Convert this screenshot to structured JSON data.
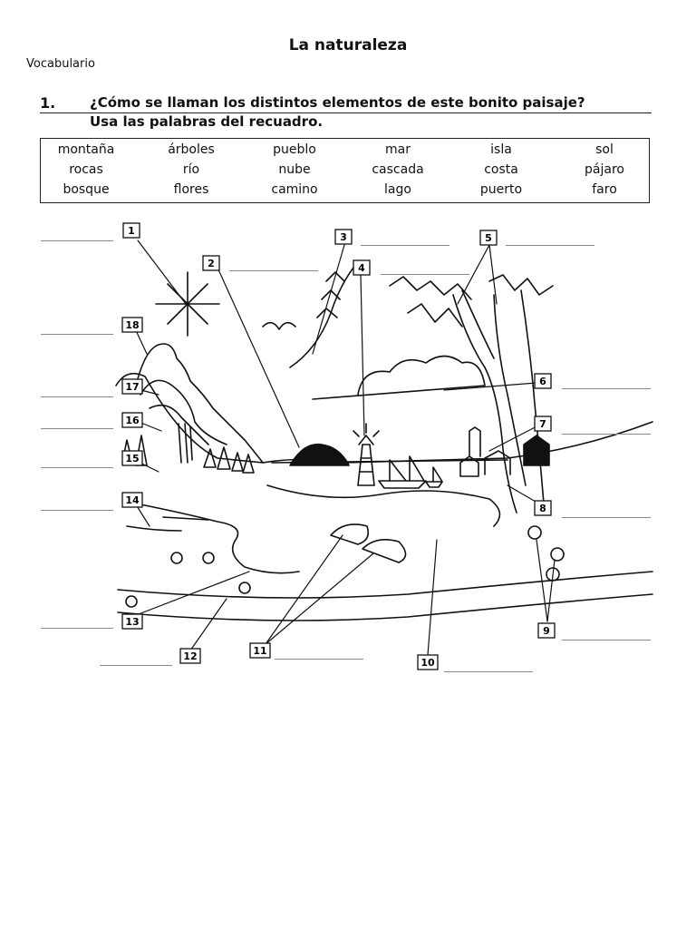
{
  "page": {
    "title": "La naturaleza",
    "subtitle": "Vocabulario"
  },
  "exercise": {
    "number": "1.",
    "question": "¿Cómo se llaman los distintos elementos de este bonito paisaje?",
    "instruction": "Usa las palabras del recuadro."
  },
  "word_bank": [
    [
      "montaña",
      "árboles",
      "pueblo",
      "mar",
      "isla",
      "sol"
    ],
    [
      "rocas",
      "río",
      "nube",
      "cascada",
      "costa",
      "pájaro"
    ],
    [
      "bosque",
      "flores",
      "camino",
      "lago",
      "puerto",
      "faro"
    ]
  ],
  "labels": [
    "1",
    "2",
    "3",
    "4",
    "5",
    "6",
    "7",
    "8",
    "9",
    "10",
    "11",
    "12",
    "13",
    "14",
    "15",
    "16",
    "17",
    "18"
  ]
}
